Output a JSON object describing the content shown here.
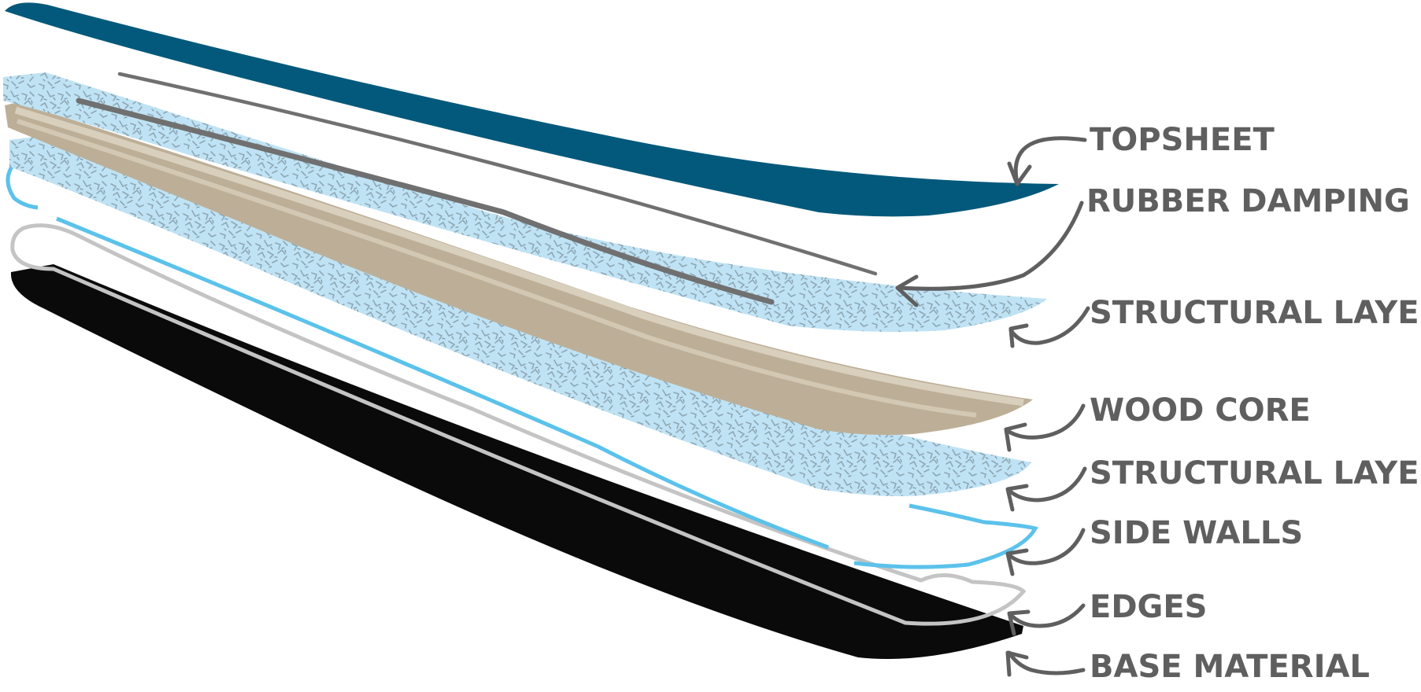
{
  "diagram": {
    "layers": [
      {
        "label": "TOPSHEET",
        "color": "#03597B"
      },
      {
        "label": "RUBBER DAMPING",
        "color": "#707070"
      },
      {
        "label": "STRUCTURAL LAYER",
        "color": "#BFE3F4"
      },
      {
        "label": "WOOD CORE",
        "color": "#BDAF97"
      },
      {
        "label": "STRUCTURAL LAYER",
        "color": "#BFE3F4"
      },
      {
        "label": "SIDE WALLS",
        "color": "#5BC2EB"
      },
      {
        "label": "EDGES",
        "color": "#C4C4C4"
      },
      {
        "label": "BASE MATERIAL",
        "color": "#0A0A0A"
      }
    ],
    "label_color": "#5F5F5F"
  }
}
